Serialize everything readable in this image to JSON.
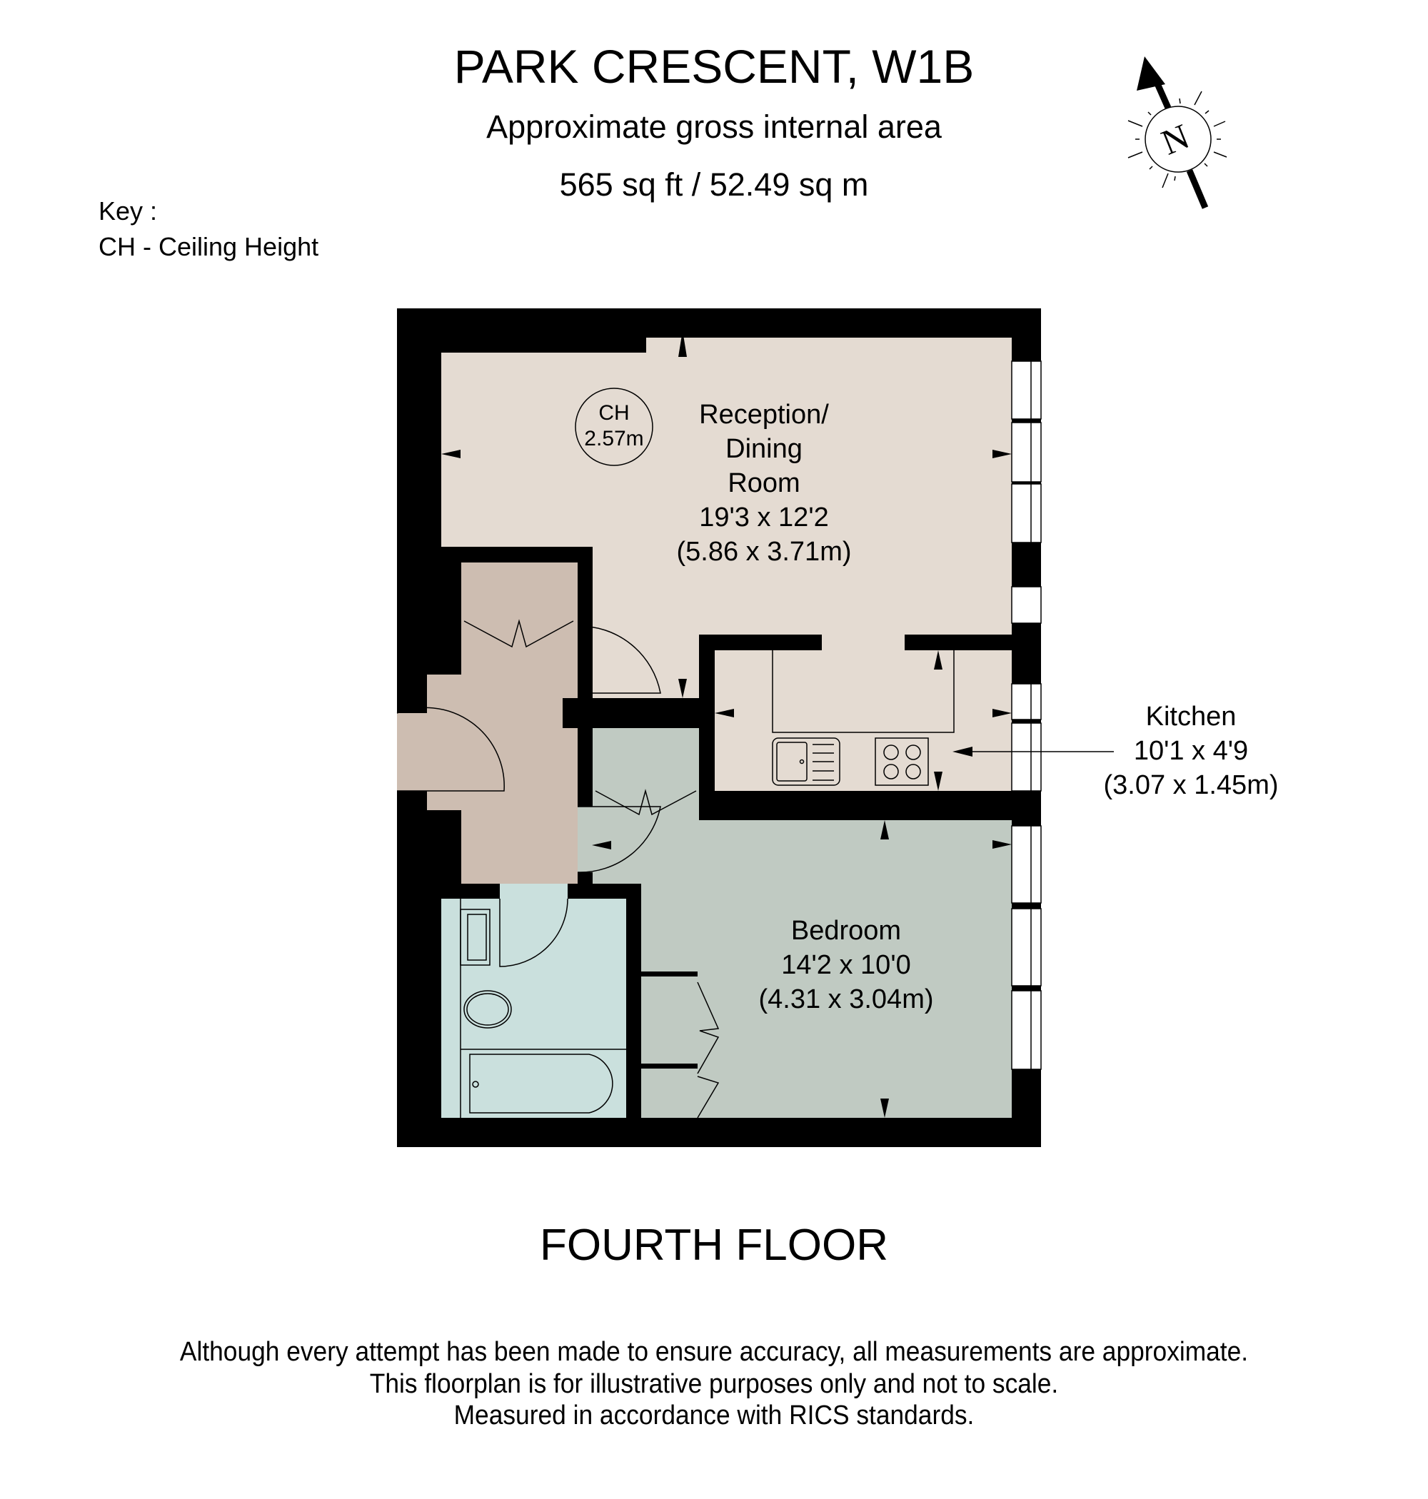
{
  "header": {
    "title": "PARK CRESCENT, W1B",
    "subtitle": "Approximate gross internal area",
    "area": "565 sq ft / 52.49 sq m"
  },
  "key": {
    "title": "Key :",
    "entries": [
      "CH - Ceiling Height"
    ]
  },
  "compass": {
    "label": "N",
    "icon": "north-arrow-icon"
  },
  "ceiling_height": {
    "code": "CH",
    "value": "2.57m"
  },
  "rooms": {
    "reception": {
      "name_lines": [
        "Reception/",
        "Dining",
        "Room"
      ],
      "imperial": "19'3 x 12'2",
      "metric": "(5.86 x 3.71m)"
    },
    "kitchen": {
      "name": "Kitchen",
      "imperial": "10'1 x 4'9",
      "metric": "(3.07 x 1.45m)"
    },
    "bedroom": {
      "name": "Bedroom",
      "imperial": "14'2 x 10'0",
      "metric": "(4.31 x 3.04m)"
    }
  },
  "floor_label": "FOURTH FLOOR",
  "disclaimer": [
    "Although every attempt has been made to ensure accuracy, all measurements are approximate.",
    "This floorplan is for illustrative purposes only and not to scale.",
    "Measured in accordance with RICS standards."
  ],
  "colors": {
    "wall": "#000000",
    "reception_kitchen": "#e4dbd2",
    "hall": "#cdbdb1",
    "bedroom": "#c0cac2",
    "bathroom": "#cae0dd",
    "window": "#ffffff"
  }
}
